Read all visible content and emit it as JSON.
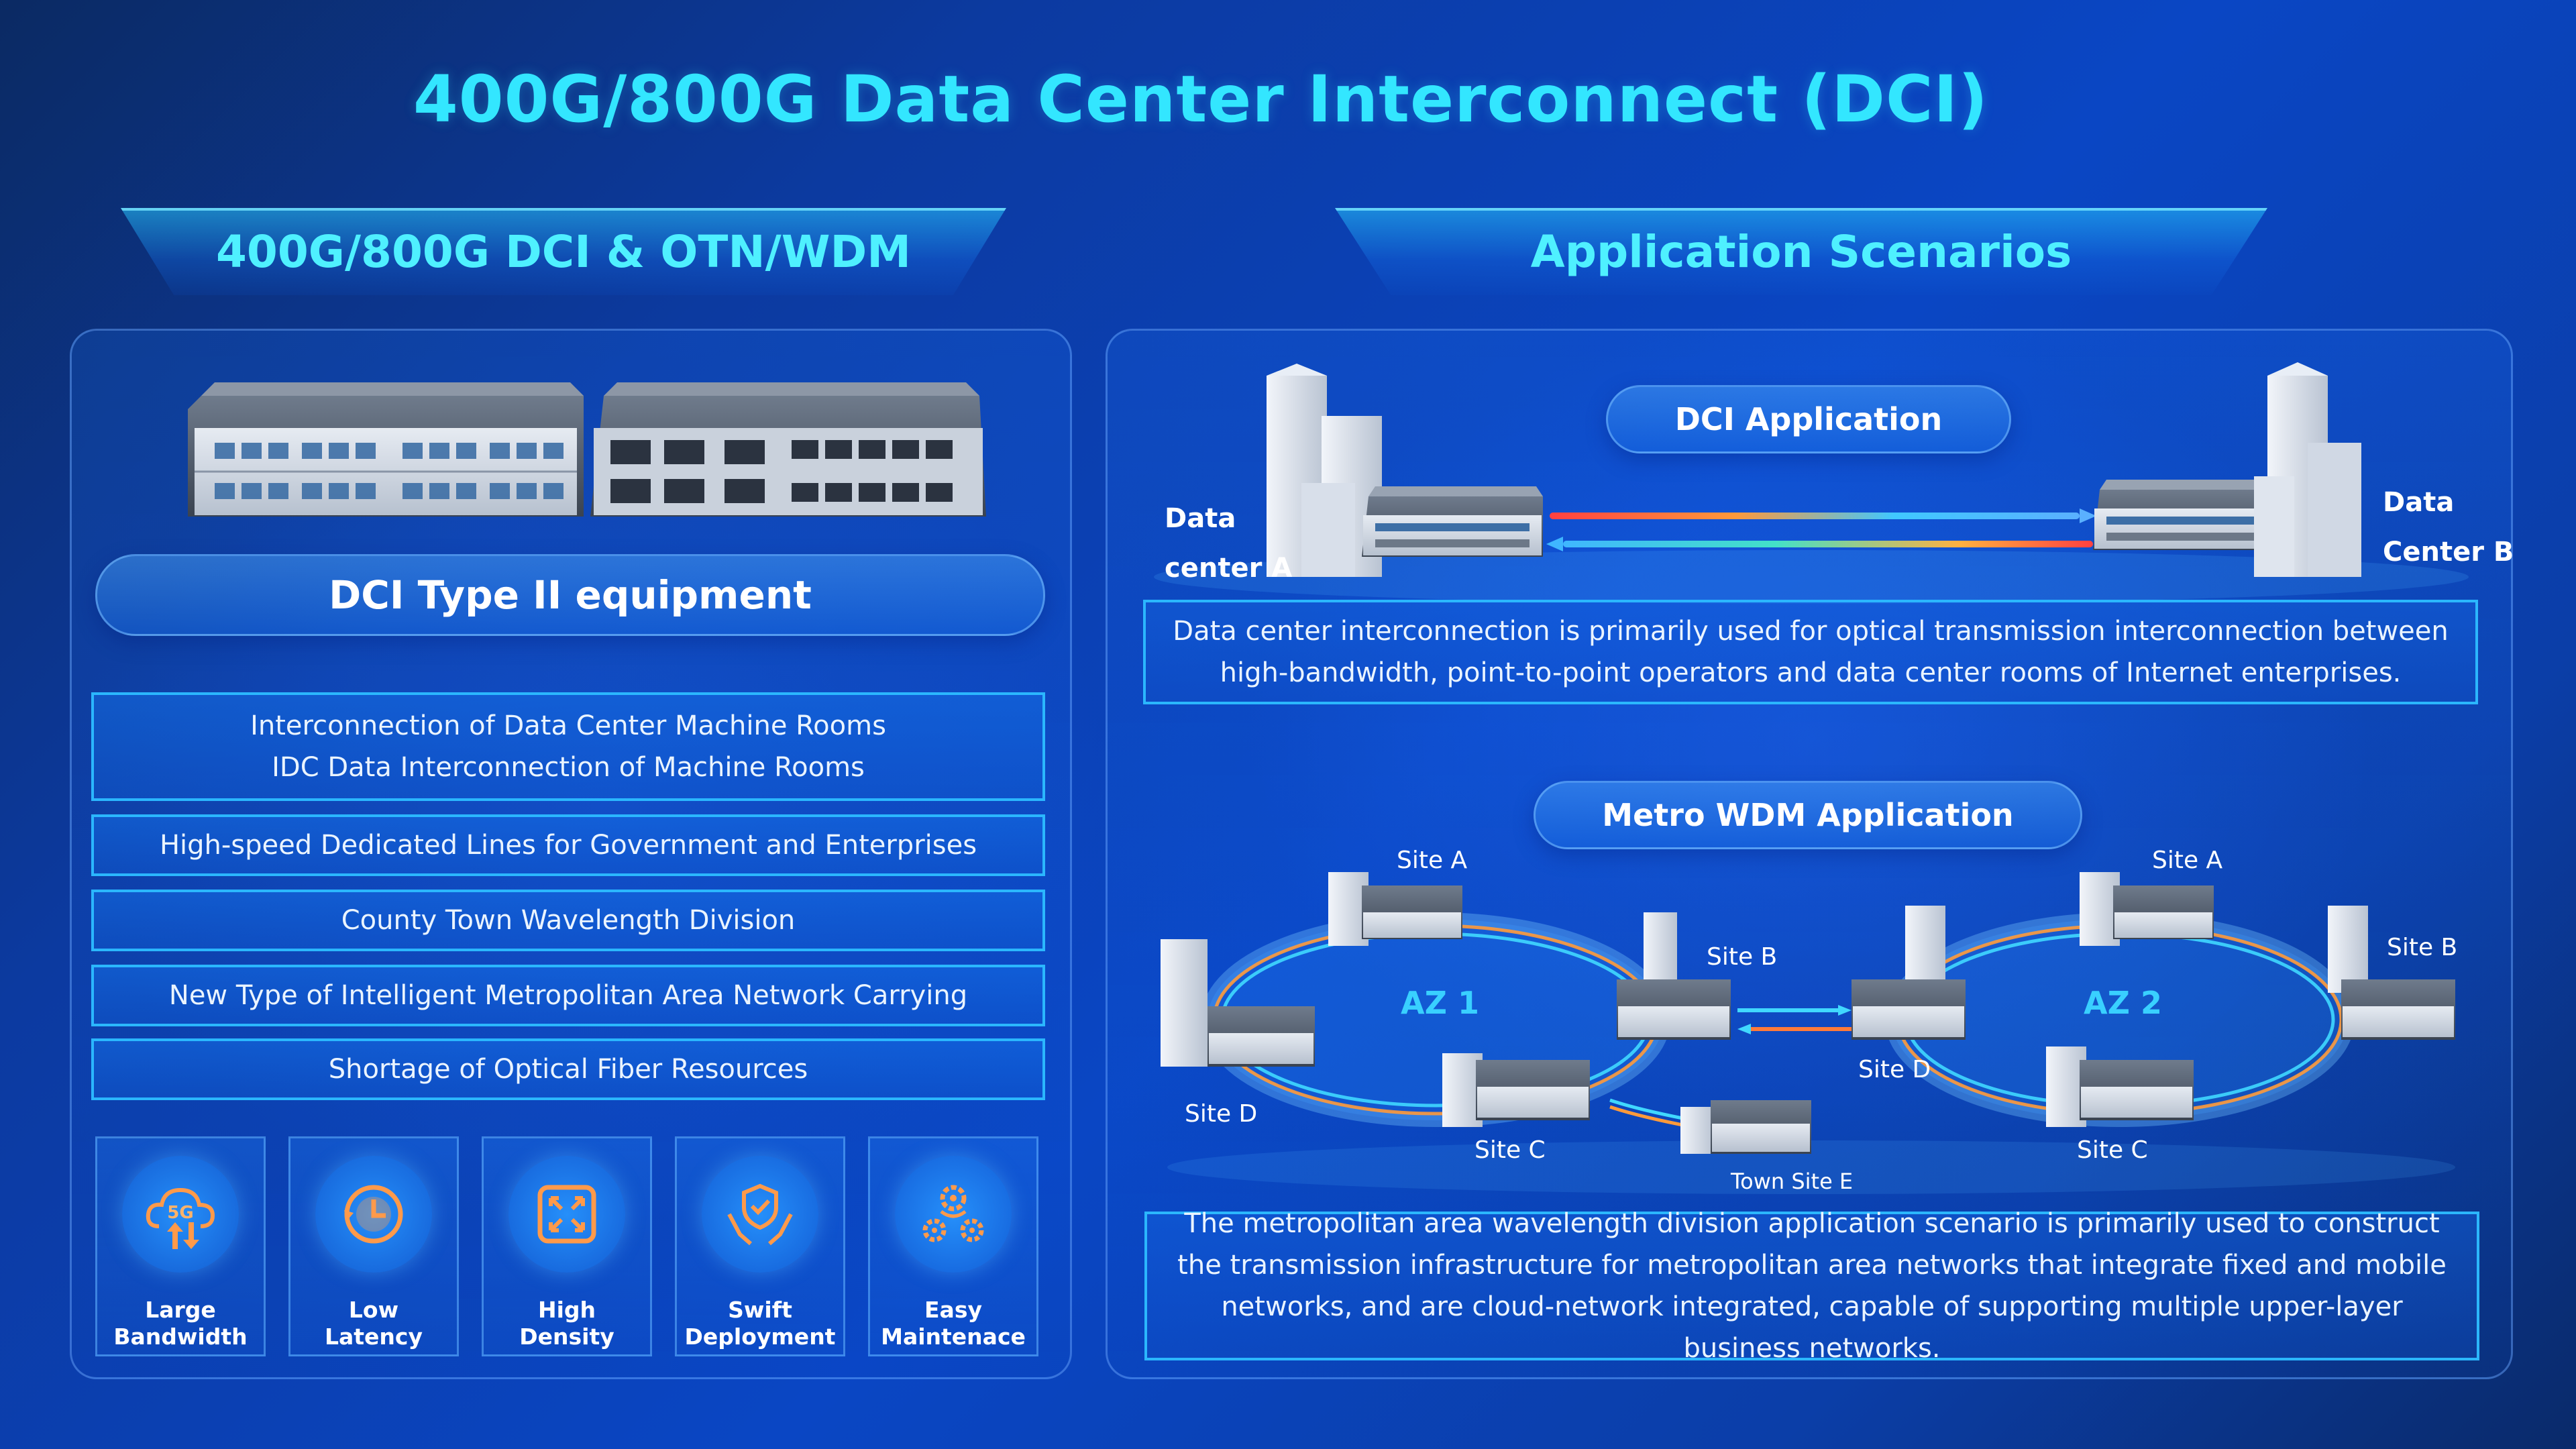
{
  "title": "400G/800G Data Center Interconnect (DCI)",
  "left": {
    "banner": "400G/800G DCI & OTN/WDM",
    "equipment_label": "DCI Type II equipment",
    "list": [
      {
        "line1": "Interconnection of Data Center Machine Rooms",
        "line2": "IDC Data Interconnection of Machine Rooms"
      },
      {
        "line1": "High-speed Dedicated Lines for Government and Enterprises"
      },
      {
        "line1": "County Town Wavelength Division"
      },
      {
        "line1": "New Type of Intelligent Metropolitan Area Network Carrying"
      },
      {
        "line1": "Shortage of Optical Fiber Resources"
      }
    ],
    "features": [
      {
        "icon": "5g-cloud-icon",
        "badge": "5G",
        "line1": "Large",
        "line2": "Bandwidth"
      },
      {
        "icon": "clock-icon",
        "line1": "Low",
        "line2": "Latency"
      },
      {
        "icon": "expand-icon",
        "line1": "High",
        "line2": "Density"
      },
      {
        "icon": "shield-hands-icon",
        "line1": "Swift",
        "line2": "Deployment"
      },
      {
        "icon": "gears-icon",
        "line1": "Easy",
        "line2": "Maintenace"
      }
    ]
  },
  "right": {
    "banner": "Application Scenarios",
    "dci": {
      "label": "DCI Application",
      "site_a_line1": "Data",
      "site_a_line2": "center A",
      "site_b_line1": "Data",
      "site_b_line2": "Center B",
      "description": "Data center interconnection is primarily used for optical transmission interconnection between high-bandwidth, point-to-point operators and data center rooms of Internet enterprises."
    },
    "metro": {
      "label": "Metro WDM Application",
      "az1": "AZ 1",
      "az2": "AZ 2",
      "az1_sites": {
        "a": "Site A",
        "b": "Site B",
        "c": "Site C",
        "d": "Site D",
        "e": "Town Site E"
      },
      "az2_sites": {
        "a": "Site A",
        "b": "Site B",
        "c": "Site C",
        "d": "Site D"
      },
      "description": "The metropolitan area wavelength division application scenario is primarily used to construct the transmission infrastructure for metropolitan area networks that integrate fixed and mobile networks, and are cloud-network integrated, capable of supporting multiple upper-layer business networks."
    }
  },
  "colors": {
    "title": "#33e6ff",
    "accent_border": "#2bb7ff",
    "az_label": "#39d0ff"
  }
}
